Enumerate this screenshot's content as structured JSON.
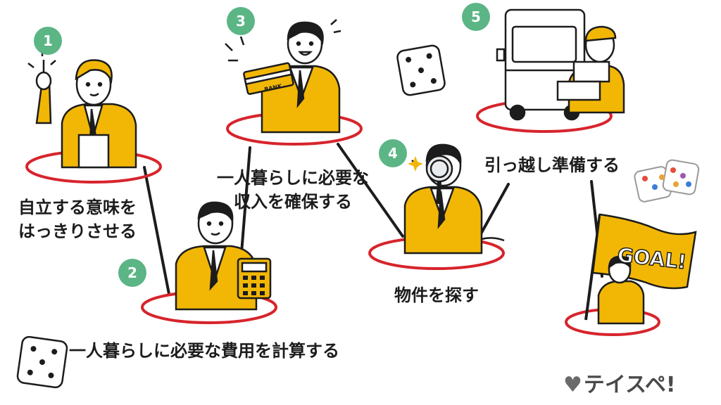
{
  "colors": {
    "accent_green": "#5bb585",
    "suit_yellow": "#f2b705",
    "ring_red": "#d7242c",
    "line": "#1c1c1c",
    "text": "#1c1c1c"
  },
  "steps": [
    {
      "number": "1",
      "label_lines": [
        "自立する意味を",
        "はっきりさせる"
      ]
    },
    {
      "number": "2",
      "label_lines": [
        "一人暮らしに必要な費用を計算する"
      ]
    },
    {
      "number": "3",
      "label_lines": [
        "一人暮らしに必要な",
        "収入を確保する"
      ]
    },
    {
      "number": "4",
      "label_lines": [
        "物件を探す"
      ]
    },
    {
      "number": "5",
      "label_lines": [
        "引っ越し準備する"
      ]
    }
  ],
  "bank_card_text": "BANK",
  "goal_flag_text": "GOAL!",
  "logo": {
    "text": "テイスペ!",
    "icon": "heart-icon"
  }
}
